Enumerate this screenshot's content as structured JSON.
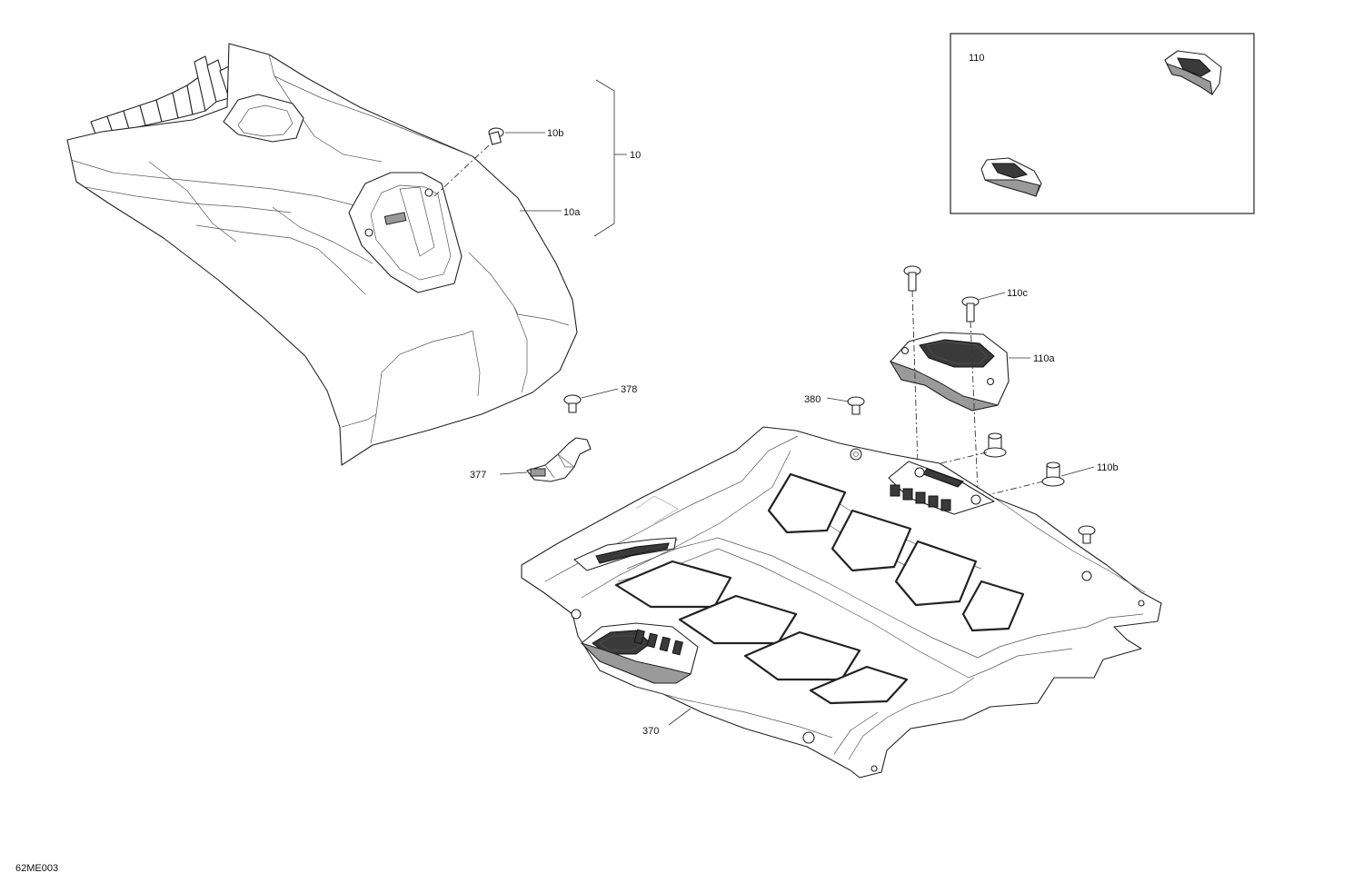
{
  "figure_id": "62ME003",
  "callouts": {
    "c10": "10",
    "c10a": "10a",
    "c10b": "10b",
    "c110": "110",
    "c110a": "110a",
    "c110b": "110b",
    "c110c": "110c",
    "c370": "370",
    "c377": "377",
    "c378": "378",
    "c380": "380"
  }
}
